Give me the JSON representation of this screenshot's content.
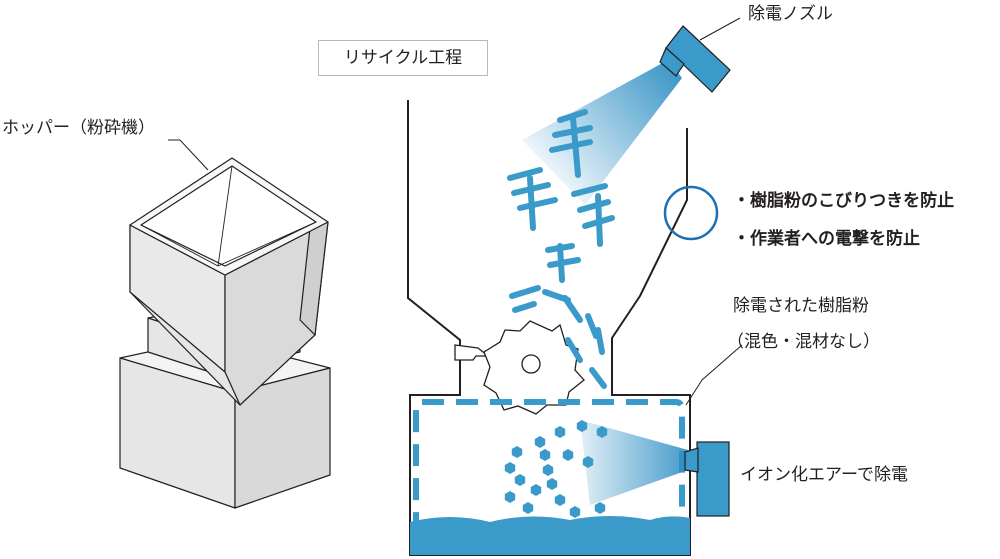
{
  "labels": {
    "hopper": "ホッパー（粉砕機）",
    "process": "リサイクル工程",
    "nozzle": "除電ノズル",
    "benefit1": "・樹脂粉のこびりつきを防止",
    "benefit2": "・作業者への電撃を防止",
    "powder1": "除電された樹脂粉",
    "powder2": "（混色・混材なし）",
    "ionizer": "イオン化エアーで除電"
  },
  "colors": {
    "accent": "#3a9ac9",
    "outline": "#231f20",
    "machine_fill": "#ebebeb",
    "machine_shade": "#dcdcdc"
  },
  "icons": [
    "hopper-crusher-icon",
    "static-eliminator-nozzle-icon",
    "ionizer-blower-icon",
    "good-mark-circle-icon",
    "crusher-rotor-icon"
  ]
}
